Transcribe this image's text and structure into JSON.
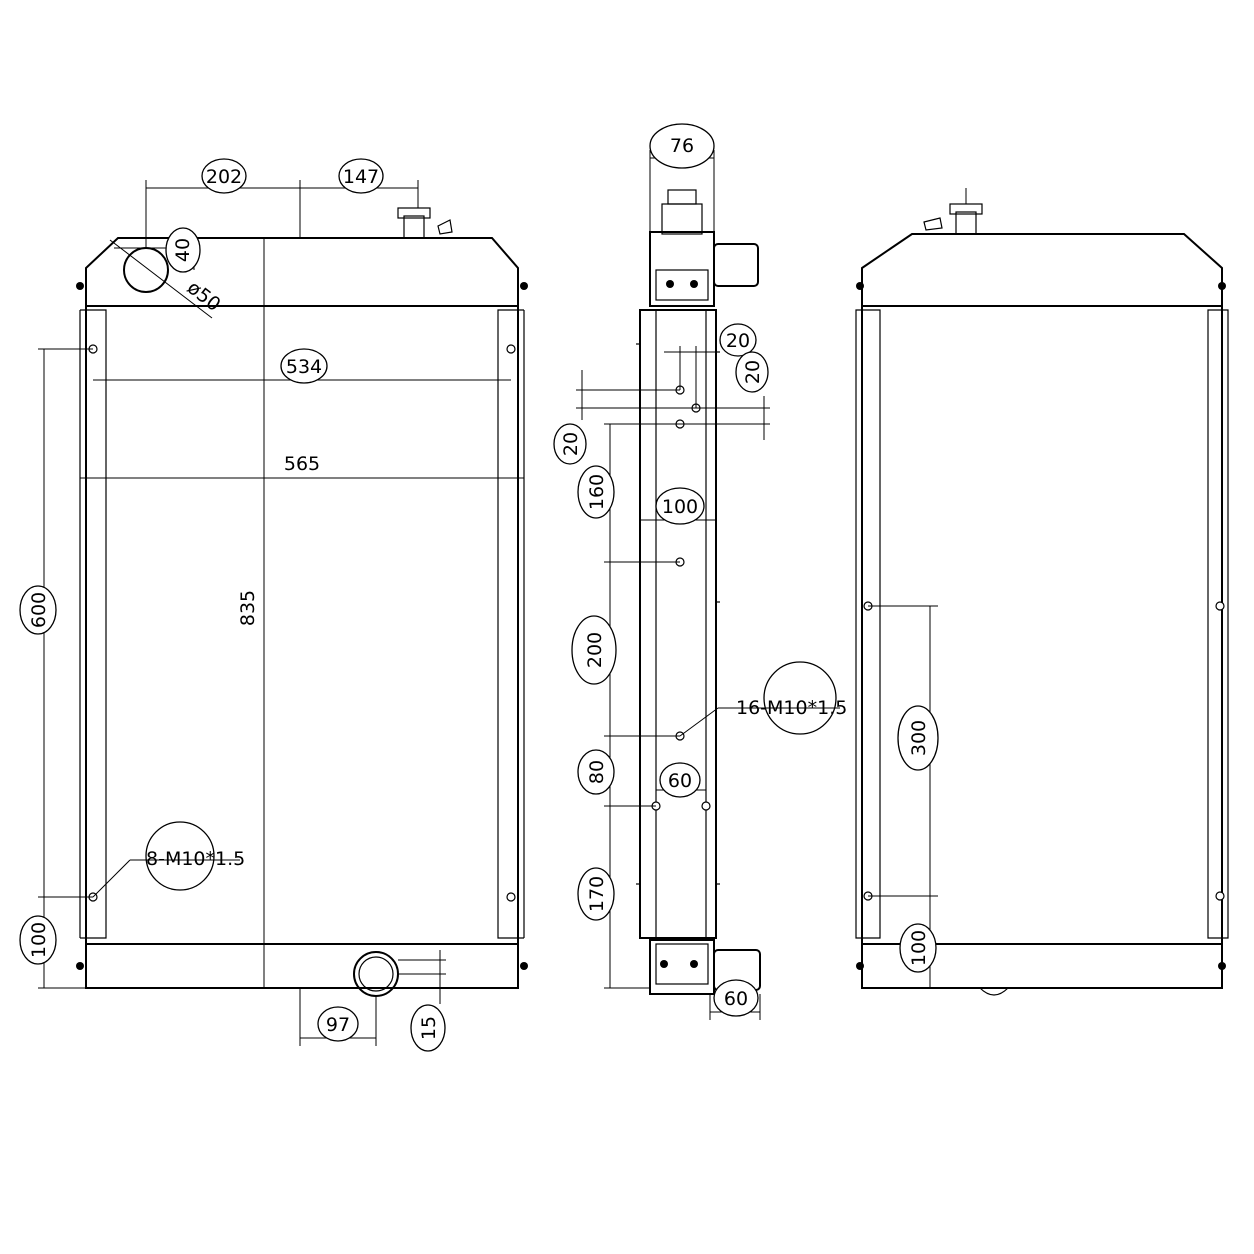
{
  "front_view": {
    "dim_202": "202",
    "dim_147": "147",
    "dim_40": "40",
    "dim_dia50": "ø50",
    "dim_534": "534",
    "dim_565": "565",
    "dim_835": "835",
    "dim_600": "600",
    "dim_100": "100",
    "dim_97": "97",
    "dim_15": "15",
    "callout_bolts": "8-M10*1.5"
  },
  "side_view": {
    "dim_76": "76",
    "dim_20_top": "20",
    "dim_20_right": "20",
    "dim_20_left": "20",
    "dim_160": "160",
    "dim_100": "100",
    "dim_200": "200",
    "dim_80": "80",
    "dim_60_mid": "60",
    "dim_170": "170",
    "dim_60_bottom": "60",
    "callout_bolts": "16-M10*1.5"
  },
  "rear_view": {
    "dim_300": "300",
    "dim_100": "100"
  }
}
